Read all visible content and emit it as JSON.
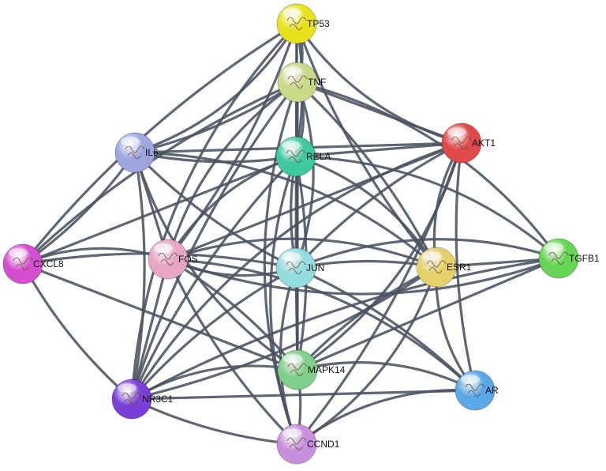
{
  "network": {
    "nodes": [
      {
        "id": "TP53",
        "label": "TP53",
        "color": "#e8e21e"
      },
      {
        "id": "TNF",
        "label": "TNF",
        "color": "#c9d98a"
      },
      {
        "id": "RELA",
        "label": "RELA",
        "color": "#3fc9a0"
      },
      {
        "id": "IL6",
        "label": "IL6",
        "color": "#9ea6df"
      },
      {
        "id": "AKT1",
        "label": "AKT1",
        "color": "#e04a4a"
      },
      {
        "id": "CXCL8",
        "label": "CXCL8",
        "color": "#d44fd0"
      },
      {
        "id": "FOS",
        "label": "FOS",
        "color": "#e6a6c4"
      },
      {
        "id": "JUN",
        "label": "JUN",
        "color": "#92dde0"
      },
      {
        "id": "ESR1",
        "label": "ESR1",
        "color": "#e5d06a"
      },
      {
        "id": "TGFB1",
        "label": "TGFB1",
        "color": "#66d455"
      },
      {
        "id": "MAPK14",
        "label": "MAPK14",
        "color": "#7fd08a"
      },
      {
        "id": "NR3C1",
        "label": "NR3C1",
        "color": "#7a3fd6"
      },
      {
        "id": "AR",
        "label": "AR",
        "color": "#5aa8e6"
      },
      {
        "id": "CCND1",
        "label": "CCND1",
        "color": "#c98fdc"
      }
    ],
    "edges": [
      [
        "TP53",
        "TNF"
      ],
      [
        "TP53",
        "RELA"
      ],
      [
        "TP53",
        "JUN"
      ],
      [
        "TP53",
        "ESR1"
      ],
      [
        "TP53",
        "AKT1"
      ],
      [
        "TP53",
        "IL6"
      ],
      [
        "TP53",
        "FOS"
      ],
      [
        "TP53",
        "MAPK14"
      ],
      [
        "TP53",
        "CXCL8"
      ],
      [
        "TP53",
        "NR3C1"
      ],
      [
        "TNF",
        "RELA"
      ],
      [
        "TNF",
        "IL6"
      ],
      [
        "TNF",
        "AKT1"
      ],
      [
        "TNF",
        "CXCL8"
      ],
      [
        "TNF",
        "FOS"
      ],
      [
        "TNF",
        "JUN"
      ],
      [
        "TNF",
        "ESR1"
      ],
      [
        "TNF",
        "MAPK14"
      ],
      [
        "TNF",
        "NR3C1"
      ],
      [
        "TNF",
        "CCND1"
      ],
      [
        "TNF",
        "TGFB1"
      ],
      [
        "RELA",
        "IL6"
      ],
      [
        "RELA",
        "AKT1"
      ],
      [
        "RELA",
        "JUN"
      ],
      [
        "RELA",
        "FOS"
      ],
      [
        "RELA",
        "ESR1"
      ],
      [
        "RELA",
        "MAPK14"
      ],
      [
        "RELA",
        "CXCL8"
      ],
      [
        "RELA",
        "NR3C1"
      ],
      [
        "RELA",
        "CCND1"
      ],
      [
        "RELA",
        "TGFB1"
      ],
      [
        "IL6",
        "CXCL8"
      ],
      [
        "IL6",
        "FOS"
      ],
      [
        "IL6",
        "JUN"
      ],
      [
        "IL6",
        "MAPK14"
      ],
      [
        "IL6",
        "ESR1"
      ],
      [
        "IL6",
        "NR3C1"
      ],
      [
        "IL6",
        "AKT1"
      ],
      [
        "AKT1",
        "JUN"
      ],
      [
        "AKT1",
        "ESR1"
      ],
      [
        "AKT1",
        "MAPK14"
      ],
      [
        "AKT1",
        "CCND1"
      ],
      [
        "AKT1",
        "FOS"
      ],
      [
        "AKT1",
        "AR"
      ],
      [
        "AKT1",
        "NR3C1"
      ],
      [
        "CXCL8",
        "FOS"
      ],
      [
        "CXCL8",
        "JUN"
      ],
      [
        "CXCL8",
        "MAPK14"
      ],
      [
        "CXCL8",
        "NR3C1"
      ],
      [
        "FOS",
        "JUN"
      ],
      [
        "FOS",
        "ESR1"
      ],
      [
        "FOS",
        "MAPK14"
      ],
      [
        "FOS",
        "NR3C1"
      ],
      [
        "FOS",
        "CCND1"
      ],
      [
        "FOS",
        "TGFB1"
      ],
      [
        "FOS",
        "AR"
      ],
      [
        "JUN",
        "ESR1"
      ],
      [
        "JUN",
        "MAPK14"
      ],
      [
        "JUN",
        "NR3C1"
      ],
      [
        "JUN",
        "CCND1"
      ],
      [
        "JUN",
        "TGFB1"
      ],
      [
        "JUN",
        "AR"
      ],
      [
        "ESR1",
        "TGFB1"
      ],
      [
        "ESR1",
        "MAPK14"
      ],
      [
        "ESR1",
        "AR"
      ],
      [
        "ESR1",
        "CCND1"
      ],
      [
        "ESR1",
        "NR3C1"
      ],
      [
        "TGFB1",
        "MAPK14"
      ],
      [
        "TGFB1",
        "NR3C1"
      ],
      [
        "MAPK14",
        "NR3C1"
      ],
      [
        "MAPK14",
        "AR"
      ],
      [
        "MAPK14",
        "CCND1"
      ],
      [
        "NR3C1",
        "AR"
      ],
      [
        "NR3C1",
        "CCND1"
      ],
      [
        "AR",
        "CCND1"
      ]
    ]
  }
}
